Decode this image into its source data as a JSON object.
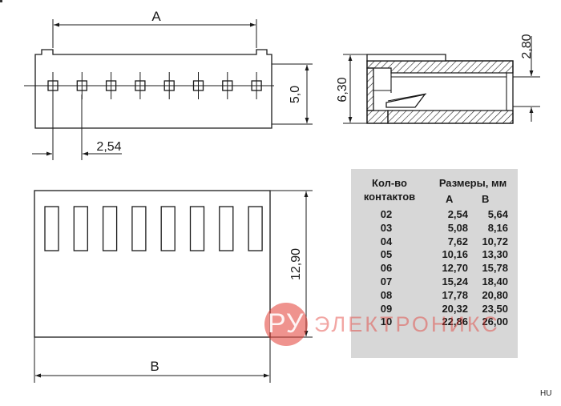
{
  "drawing": {
    "dim_a": "A",
    "dim_b": "B",
    "dim_pitch": "2,54",
    "dim_height_top": "5,0",
    "dim_side_height": "6,30",
    "dim_side_top": "2,80",
    "dim_body_height": "12,90"
  },
  "table": {
    "header_col1_line1": "Кол-во",
    "header_col1_line2": "контактов",
    "header_col2": "Размеры, мм",
    "sub_a": "A",
    "sub_b": "B",
    "rows": [
      {
        "n": "02",
        "a": "2,54",
        "b": "5,64"
      },
      {
        "n": "03",
        "a": "5,08",
        "b": "8,16"
      },
      {
        "n": "04",
        "a": "7,62",
        "b": "10,72"
      },
      {
        "n": "05",
        "a": "10,16",
        "b": "13,30"
      },
      {
        "n": "06",
        "a": "12,70",
        "b": "15,78"
      },
      {
        "n": "07",
        "a": "15,24",
        "b": "18,40"
      },
      {
        "n": "08",
        "a": "17,78",
        "b": "20,80"
      },
      {
        "n": "09",
        "a": "20,32",
        "b": "23,50"
      },
      {
        "n": "10",
        "a": "22,86",
        "b": "26,00"
      }
    ]
  },
  "watermark": {
    "logo_text": "РУ",
    "brand_text": "ЭЛЕКТРОНИКС"
  },
  "corner_code": "HU",
  "colors": {
    "line": "#1a1a1a",
    "table_bg": "#d7d7d7",
    "watermark_red": "#e23a32"
  }
}
